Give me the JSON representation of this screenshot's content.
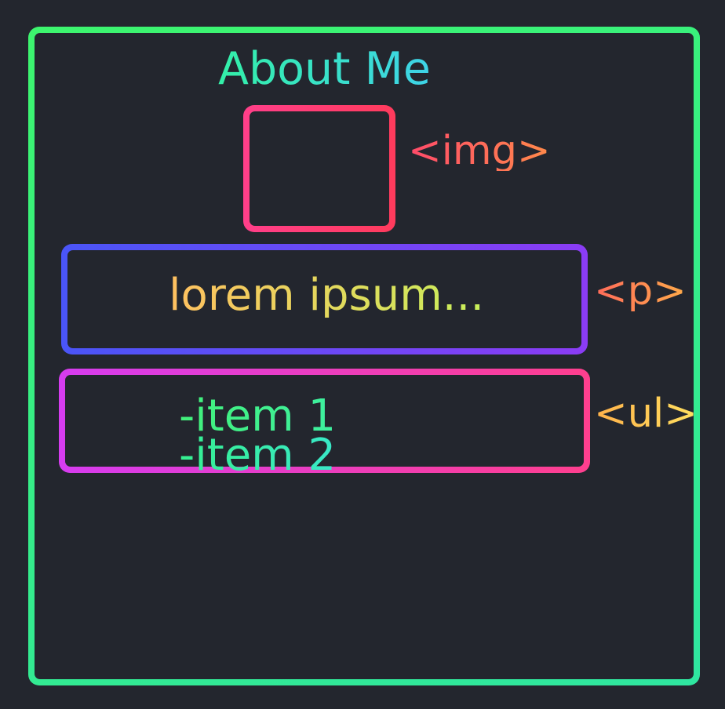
{
  "title": "About Me",
  "elements": {
    "img": {
      "tag": "<img>"
    },
    "p": {
      "tag": "<p>",
      "content": "lorem ipsum..."
    },
    "ul": {
      "tag": "<ul>",
      "items": [
        "-item 1",
        "-item 2"
      ]
    }
  },
  "colors": {
    "background": "#23262e",
    "outer_border": "#3df56e",
    "img_border": "#ff3b6a",
    "p_border": "#6b49f6",
    "ul_border": "#e63cc0"
  }
}
